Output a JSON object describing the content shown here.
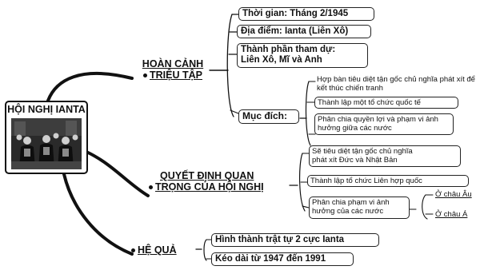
{
  "center": {
    "title": "HỘI NGHỊ IANTA",
    "photo": "yalta-conference-photo"
  },
  "branches": {
    "hoan_canh": {
      "label_line1": "HOÀN CẢNH",
      "label_line2": "TRIỆU TẬP",
      "items": {
        "time": "Thời gian: Tháng 2/1945",
        "place": "Địa điểm: Ianta (Liên Xô)",
        "participants_line1": "Thành phần tham dự:",
        "participants_line2": "Liên Xô, Mĩ và Anh",
        "purpose_label": "Mục đích:",
        "purposes": [
          "Hợp bàn tiêu diệt tận gốc chủ nghĩa phát xít để kết thúc chiến tranh",
          "Thành lập một tổ chức quốc tế",
          "Phân chia quyền lợi và phạm vi ảnh hưởng giữa các nước"
        ]
      }
    },
    "quyet_dinh": {
      "label_line1": "QUYẾT ĐỊNH QUAN",
      "label_line2": "TRỌNG CỦA HỘI NGHỊ",
      "items": {
        "destroy_line1": "Sẽ tiêu diệt tận gốc chủ nghĩa",
        "destroy_line2": "phát xít Đức và  Nhật Bản",
        "un": "Thành lập tổ chức Liên hợp quốc",
        "divide_line1": "Phân chia phạm vi ảnh",
        "divide_line2": "hưởng của các nước",
        "regions": [
          "Ở châu Âu",
          "Ở châu Á"
        ]
      }
    },
    "he_qua": {
      "label": "HỆ QUẢ",
      "items": [
        "Hình thành trật tự 2 cực Ianta",
        "Kéo dài từ 1947 đến 1991"
      ]
    }
  }
}
